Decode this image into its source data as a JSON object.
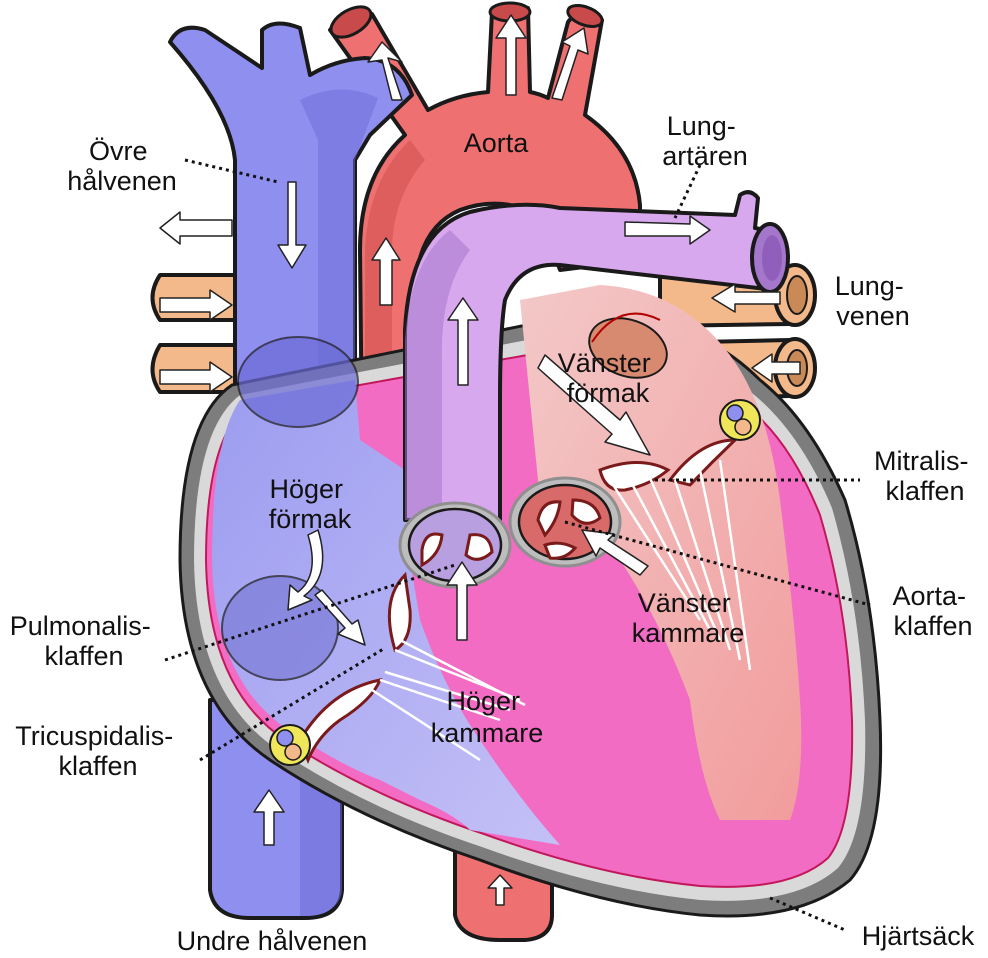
{
  "labels": {
    "aorta": "Aorta",
    "pulmonary_artery": [
      "Lung-",
      "artären"
    ],
    "superior_vena_cava": [
      "Övre",
      "hålvenen"
    ],
    "pulmonary_veins": [
      "Lung-",
      "venen"
    ],
    "left_atrium": [
      "Vänster",
      "förmak"
    ],
    "right_atrium": [
      "Höger",
      "förmak"
    ],
    "mitral_valve": [
      "Mitralis-",
      "klaffen"
    ],
    "aortic_valve": [
      "Aorta-",
      "klaffen"
    ],
    "pulmonary_valve": [
      "Pulmonalis-",
      "klaffen"
    ],
    "tricuspid_valve": [
      "Tricuspidalis-",
      "klaffen"
    ],
    "left_ventricle": [
      "Vänster",
      "kammare"
    ],
    "right_ventricle": [
      "Höger",
      "kammare"
    ],
    "inferior_vena_cava": "Undre hålvenen",
    "pericardium": "Hjärtsäck"
  },
  "colors": {
    "vena_blue": "#8f8ff0",
    "vena_dark": "#6b6bd6",
    "aorta_red": "#ef7070",
    "aorta_dark": "#c94a4a",
    "pulmonary_purple": "#d8a8ee",
    "pulmonary_dark": "#a577cc",
    "pulmonary_vein_tan": "#f4b98a",
    "myocardium_pink": "#f26cc4",
    "right_heart_lavender": "#b9b5f4",
    "left_heart_salmon": "#f6a9a9",
    "pericardium_gray": "#7d7d7d"
  }
}
